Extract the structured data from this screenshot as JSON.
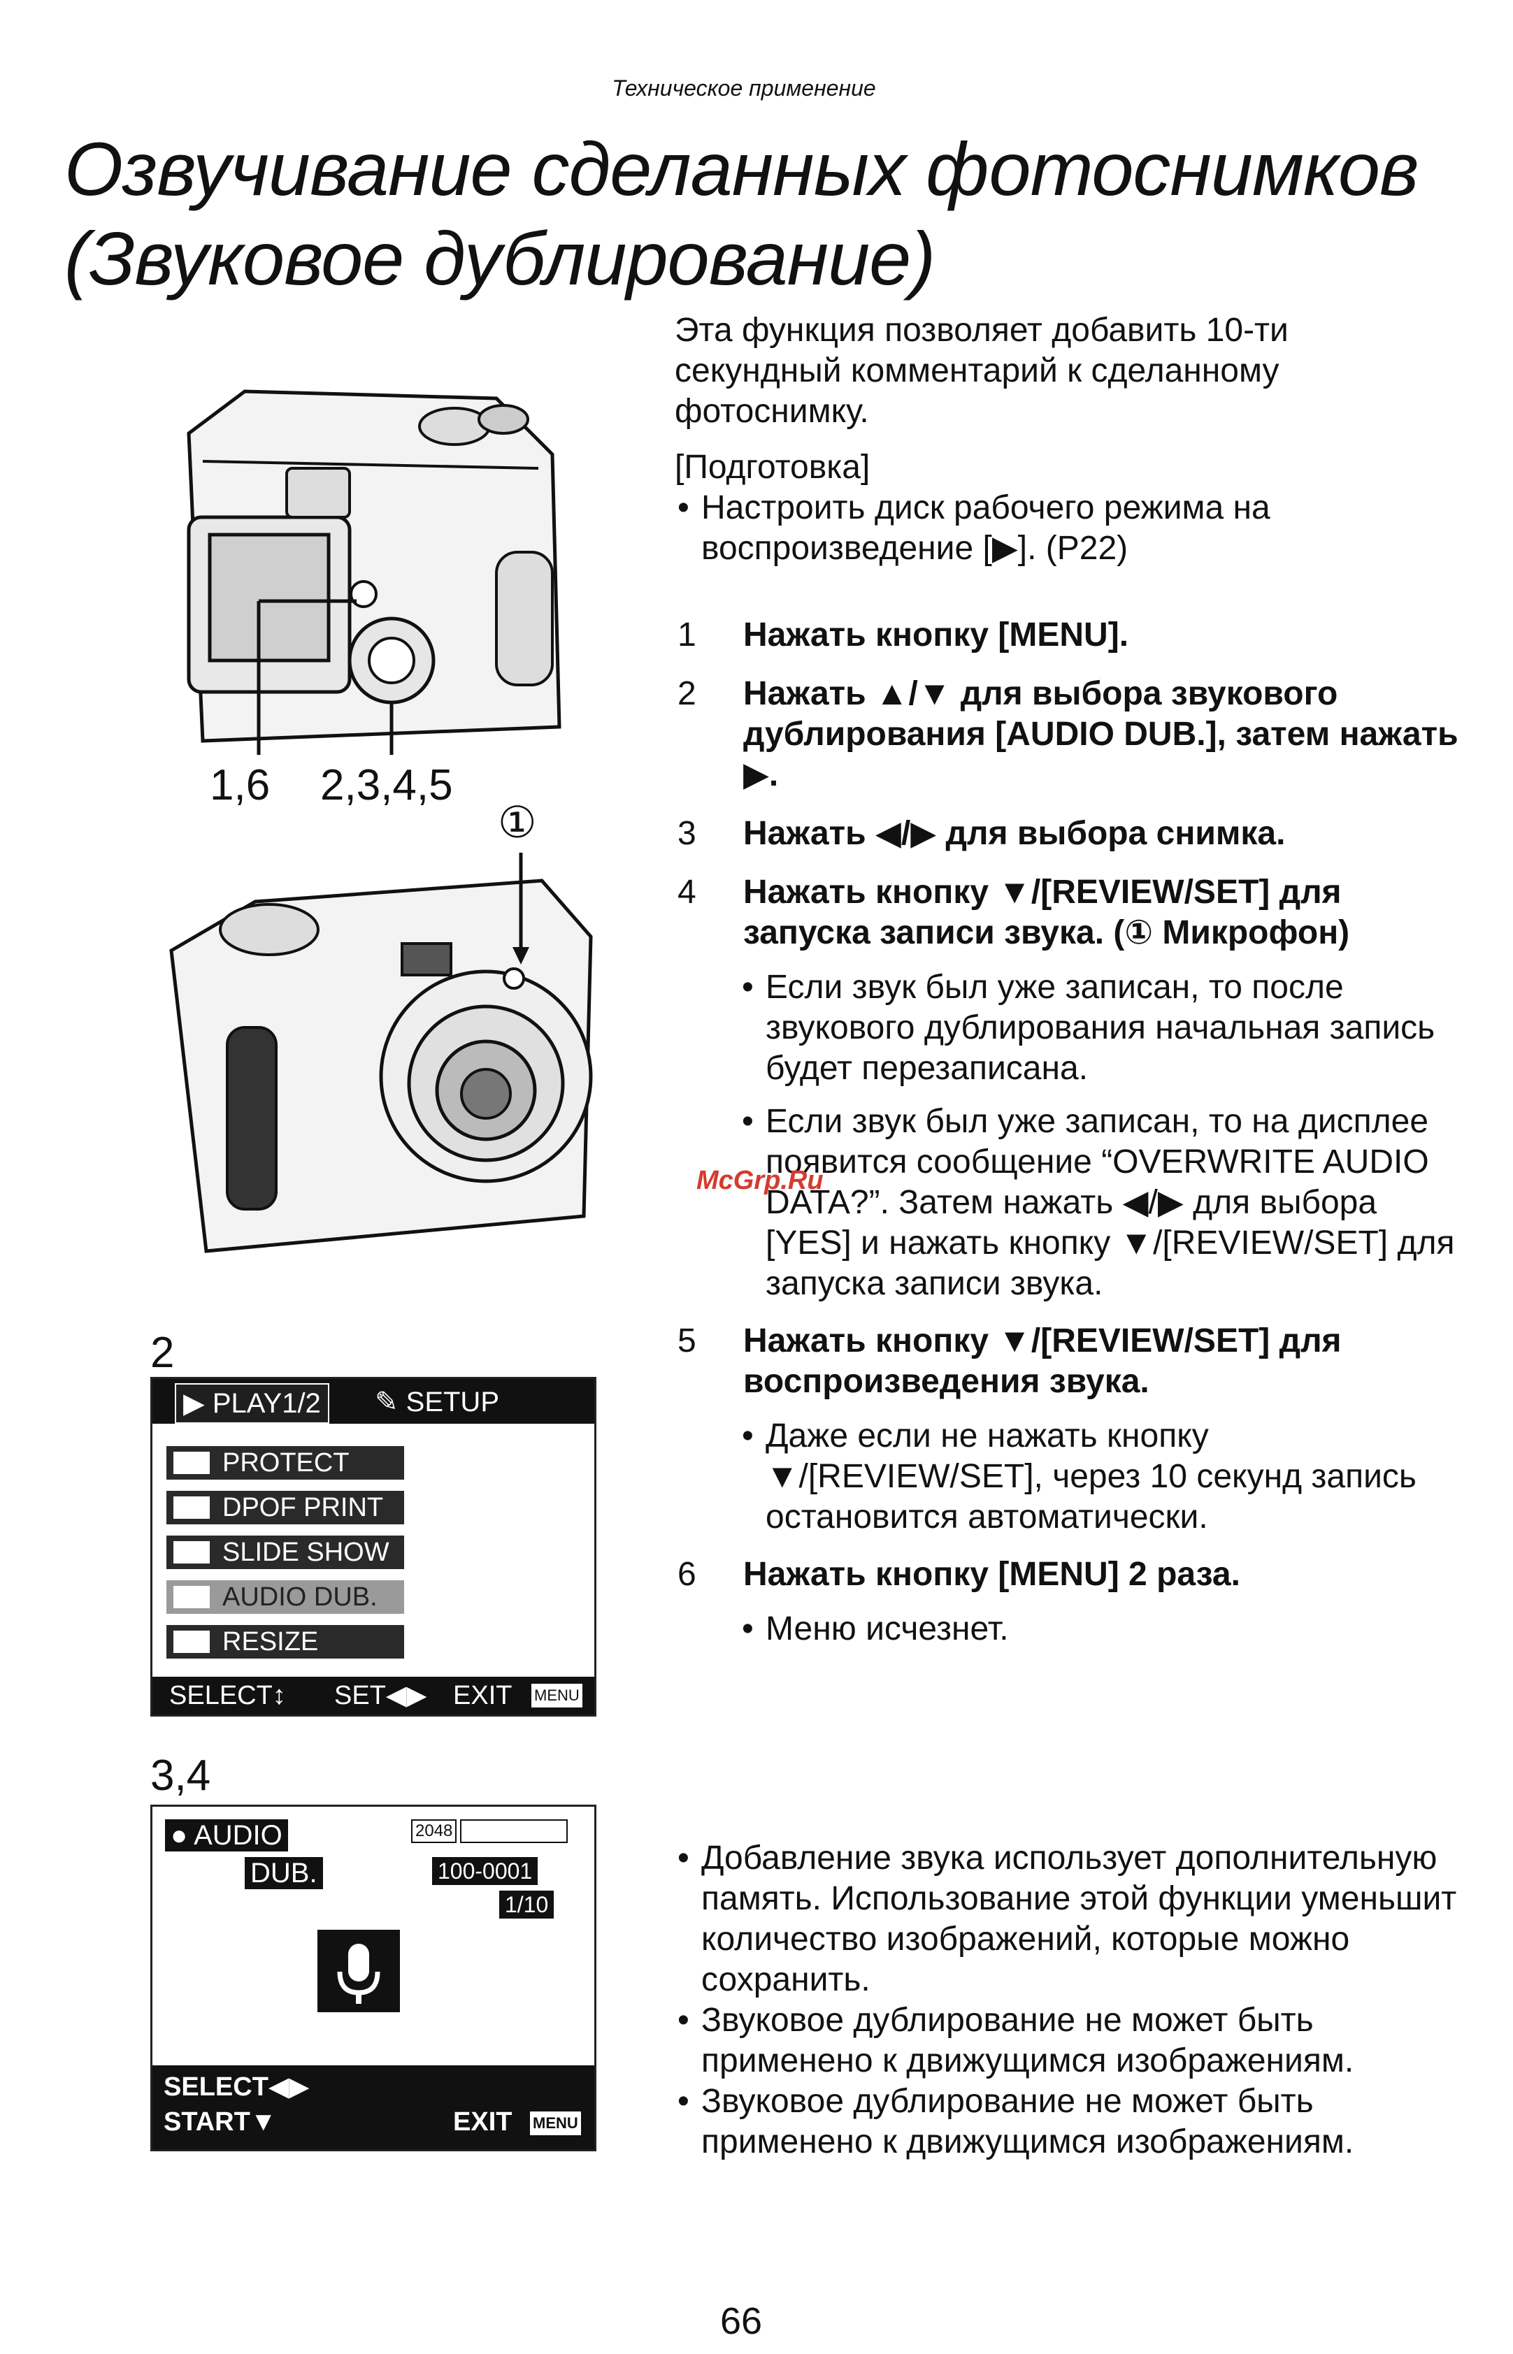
{
  "header": {
    "section": "Техническое применение"
  },
  "title": {
    "line1": "Озвучивание сделанных фотоснимков",
    "line2": "(Звуковое дублирование)"
  },
  "intro": {
    "text": "Эта функция позволяет добавить 10-ти секундный комментарий к сделанному фотоснимку.",
    "prep_label": "[Подготовка]",
    "prep_bullet": "Настроить диск рабочего режима на воспроизведение [▶]. (P22)"
  },
  "steps": [
    {
      "num": "1",
      "text": "Нажать кнопку [MENU]."
    },
    {
      "num": "2",
      "text": "Нажать ▲/▼ для выбора звукового дублирования [AUDIO DUB.], затем нажать ▶."
    },
    {
      "num": "3",
      "text": "Нажать ◀/▶ для выбора снимка."
    },
    {
      "num": "4",
      "text": "Нажать кнопку ▼/[REVIEW/SET] для запуска записи звука. (① Микрофон)"
    },
    {
      "num": "5",
      "text": "Нажать кнопку ▼/[REVIEW/SET] для воспроизведения звука."
    },
    {
      "num": "6",
      "text": "Нажать кнопку [MENU] 2 раза."
    }
  ],
  "step4_subs": [
    "Если звук был уже записан, то после звукового дублирования начальная запись будет перезаписана.",
    "Если звук был уже записан, то на дисплее появится сообщение “OVERWRITE AUDIO DATA?”. Затем нажать ◀/▶ для выбора [YES] и нажать кнопку ▼/[REVIEW/SET] для запуска записи звука."
  ],
  "step5_sub": "Даже если не нажать кнопку ▼/[REVIEW/SET], через 10 секунд запись остановится автоматически.",
  "step6_sub": "Меню исчезнет.",
  "notes": [
    "Добавление звука использует дополнительную память. Использование этой функции уменьшит количество изображений, которые можно сохранить.",
    "Звуковое дублирование не может быть применено к движущимся изображениям.",
    "Звуковое дублирование не может быть применено к движущимся изображениям."
  ],
  "watermark": "McGrp.Ru",
  "page_number": "66",
  "diagram": {
    "callout_left": "1,6",
    "callout_right": "2,3,4,5",
    "callout_mic": "①",
    "screen2_label": "2",
    "screen34_label": "3,4"
  },
  "menu_screen": {
    "tab_play": "PLAY1/2",
    "tab_setup": "SETUP",
    "items": [
      "PROTECT",
      "DPOF PRINT",
      "SLIDE SHOW",
      "AUDIO DUB.",
      "RESIZE"
    ],
    "bottom_select": "SELECT",
    "bottom_set": "SET",
    "bottom_exit": "EXIT",
    "menu_badge": "MENU"
  },
  "audio_screen": {
    "audio": "AUDIO",
    "dub": "DUB.",
    "counter_left": "2048",
    "file_no": "100-0001",
    "frame": "1/10",
    "select": "SELECT◀▶",
    "start": "START▼",
    "exit": "EXIT",
    "menu_badge": "MENU"
  }
}
